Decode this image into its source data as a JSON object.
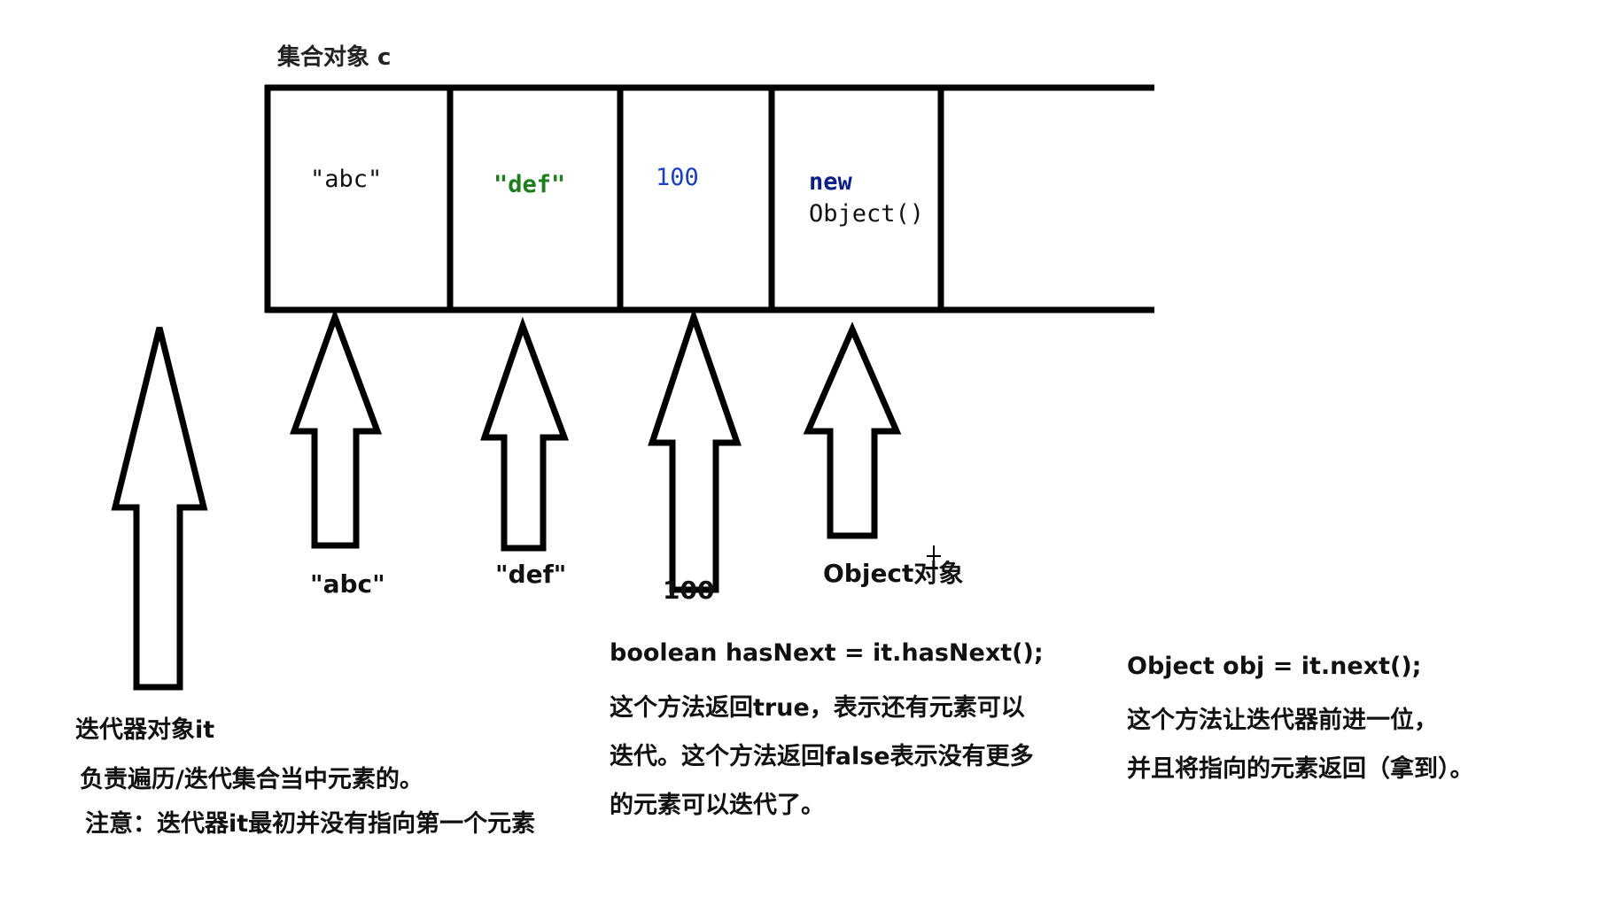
{
  "collection": {
    "title": "集合对象 c",
    "cells": [
      {
        "text": "\"abc\"",
        "color": "#111111"
      },
      {
        "text": "\"def\"",
        "color": "#1e7d1e"
      },
      {
        "text": "100",
        "color": "#1a3fbf"
      },
      {
        "keyword": "new",
        "keyword_color": "#0b1e8a",
        "text": "Object()",
        "color": "#111111"
      },
      {
        "text": ""
      }
    ]
  },
  "element_labels": [
    "\"abc\"",
    "\"def\"",
    "100",
    "Object对象"
  ],
  "iterator": {
    "title": "迭代器对象it",
    "line1": "负责遍历/迭代集合当中元素的。",
    "line2": "注意：迭代器it最初并没有指向第一个元素"
  },
  "has_next": {
    "lines": [
      "boolean hasNext = it.hasNext();",
      "这个方法返回true，表示还有元素可以",
      "迭代。这个方法返回false表示没有更多",
      "的元素可以迭代了。"
    ]
  },
  "next": {
    "lines": [
      "Object obj = it.next();",
      "这个方法让迭代器前进一位，",
      "并且将指向的元素返回（拿到）。"
    ]
  }
}
